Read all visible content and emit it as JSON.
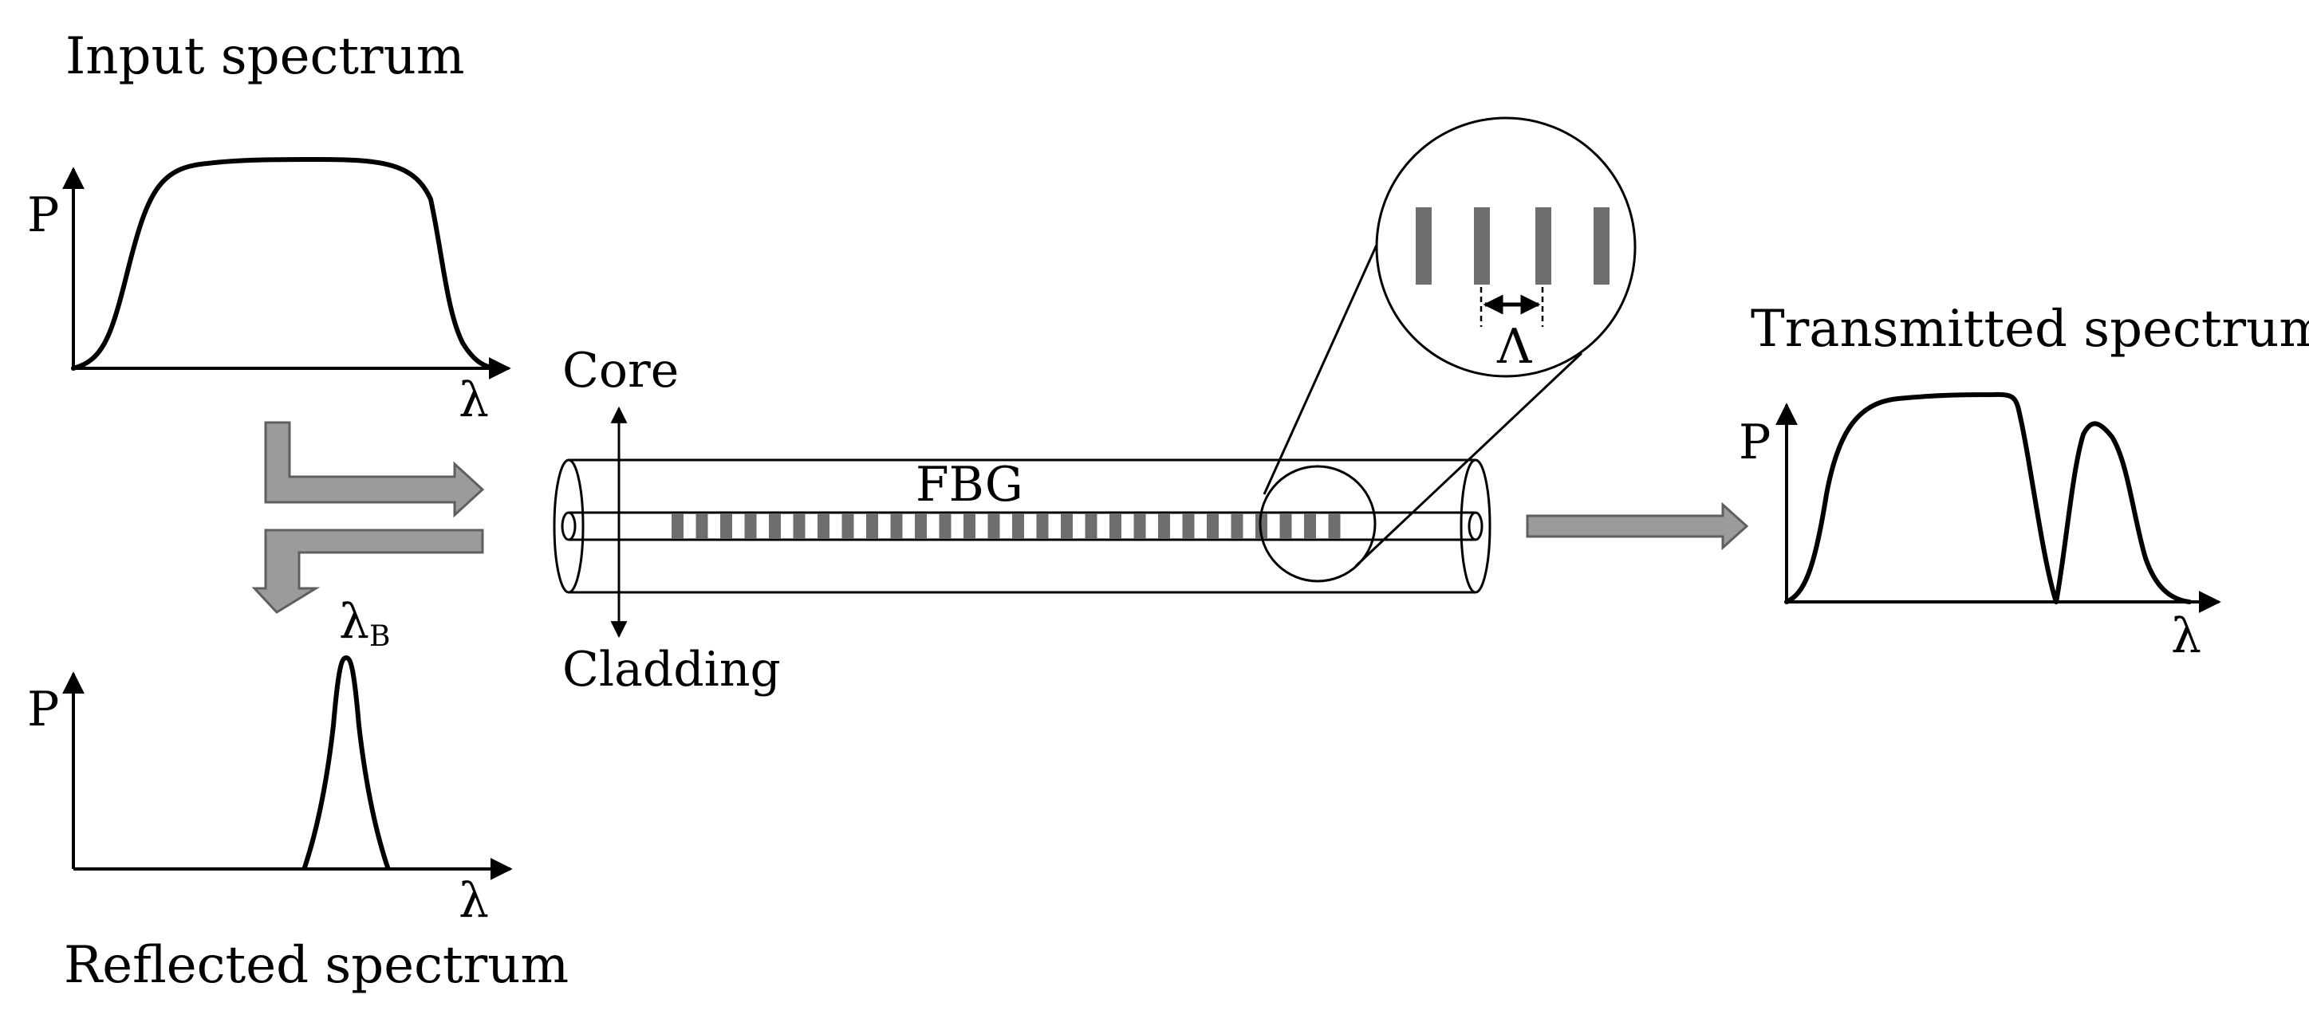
{
  "labels": {
    "input_spectrum": "Input spectrum",
    "reflected_spectrum": "Reflected spectrum",
    "transmitted_spectrum": "Transmitted spectrum",
    "core": "Core",
    "cladding": "Cladding",
    "fbg": "FBG",
    "grating_period": "Λ",
    "power_axis": "P",
    "wavelength_axis": "λ",
    "bragg_wavelength": "λ",
    "bragg_subscript": "B"
  },
  "colors": {
    "line": "#000000",
    "grating": "#6e6e6e",
    "arrow_fill": "#9b9b9b",
    "arrow_stroke": "#5f5f5f",
    "background": "#ffffff"
  }
}
